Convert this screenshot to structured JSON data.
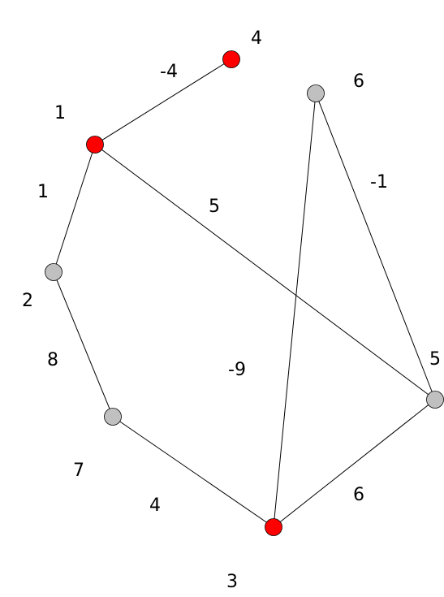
{
  "graph": {
    "node_colors": {
      "red": "#ff0000",
      "gray": "#c0c0c0"
    },
    "nodes": [
      {
        "id": "n4",
        "label": "4",
        "color": "red"
      },
      {
        "id": "n1",
        "label": "1",
        "color": "red"
      },
      {
        "id": "n6",
        "label": "6",
        "color": "gray"
      },
      {
        "id": "n2",
        "label": "2",
        "color": "gray"
      },
      {
        "id": "n7",
        "label": "7",
        "color": "gray"
      },
      {
        "id": "n5",
        "label": "5",
        "color": "gray"
      },
      {
        "id": "n3",
        "label": "3",
        "color": "red"
      }
    ],
    "edges": [
      {
        "id": "e1-4",
        "from": "n1",
        "to": "n4",
        "weight": "-4"
      },
      {
        "id": "e1-2",
        "from": "n1",
        "to": "n2",
        "weight": "1"
      },
      {
        "id": "e1-5",
        "from": "n1",
        "to": "n5",
        "weight": "5"
      },
      {
        "id": "e6-5",
        "from": "n6",
        "to": "n5",
        "weight": "-1"
      },
      {
        "id": "e6-3",
        "from": "n6",
        "to": "n3",
        "weight": "-9"
      },
      {
        "id": "e2-7",
        "from": "n2",
        "to": "n7",
        "weight": "8"
      },
      {
        "id": "e7-3",
        "from": "n7",
        "to": "n3",
        "weight": "4"
      },
      {
        "id": "e5-3",
        "from": "n5",
        "to": "n3",
        "weight": "6"
      }
    ]
  }
}
